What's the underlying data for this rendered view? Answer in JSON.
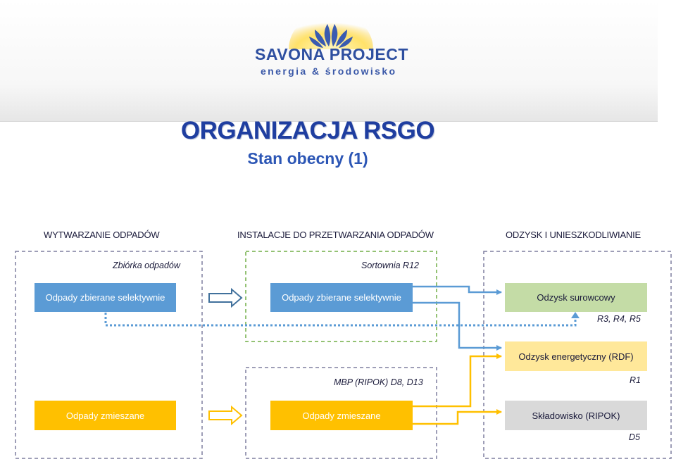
{
  "logo": {
    "name": "SAVONA PROJECT",
    "tagline": "energia & środowisko"
  },
  "title": "ORGANIZACJA RSGO",
  "subtitle": "Stan obecny (1)",
  "columns": {
    "left": "WYTWARZANIE ODPADÓW",
    "middle": "INSTALACJE DO PRZETWARZANIA ODPADÓW",
    "right": "ODZYSK I UNIESZKODLIWIANIE"
  },
  "labels": {
    "zbiorka": "Zbiórka odpadów",
    "sortownia": "Sortownia R12",
    "mbp": "MBP (RIPOK) D8, D13",
    "r345": "R3, R4, R5",
    "r1": "R1",
    "d5": "D5"
  },
  "boxes": {
    "left_selective": "Odpady zbierane selektywnie",
    "left_mixed": "Odpady zmieszane",
    "mid_selective": "Odpady zbierane selektywnie",
    "mid_mixed": "Odpady zmieszane",
    "recovery_material": "Odzysk surowcowy",
    "recovery_energy": "Odzysk energetyczny (RDF)",
    "landfill": "Składowisko (RIPOK)"
  },
  "colors": {
    "blue": "#5b9bd5",
    "yellow": "#ffc000",
    "green": "#c4dca6",
    "light_yellow": "#ffe89a",
    "gray": "#d9d9d9",
    "title_blue": "#1f3ea0"
  }
}
